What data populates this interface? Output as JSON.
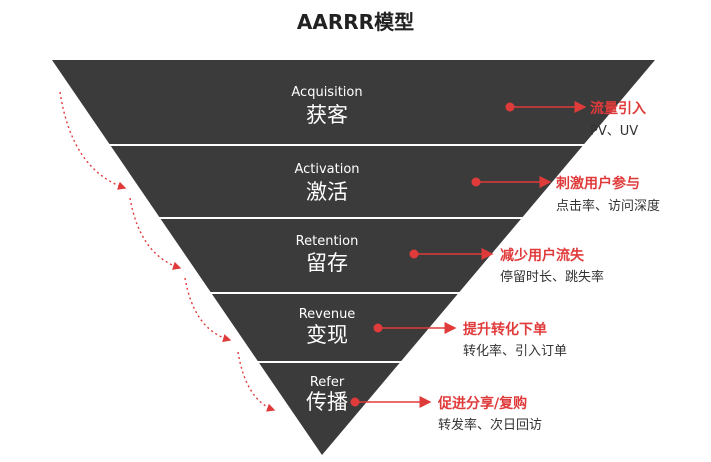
{
  "title": "AARRR模型",
  "colors": {
    "funnel": "#3b3b3b",
    "accent": "#e03b3b",
    "divider": "#ffffff"
  },
  "levels": [
    {
      "en": "Acquisition",
      "cn": "获客",
      "note_title": "流量引入",
      "note_sub": "PV、UV"
    },
    {
      "en": "Activation",
      "cn": "激活",
      "note_title": "刺激用户参与",
      "note_sub": "点击率、访问深度"
    },
    {
      "en": "Retention",
      "cn": "留存",
      "note_title": "减少用户流失",
      "note_sub": "停留时长、跳失率"
    },
    {
      "en": "Revenue",
      "cn": "变现",
      "note_title": "提升转化下单",
      "note_sub": "转化率、引入订单"
    },
    {
      "en": "Refer",
      "cn": "传播",
      "note_title": "促进分享/复购",
      "note_sub": "转发率、次日回访"
    }
  ]
}
